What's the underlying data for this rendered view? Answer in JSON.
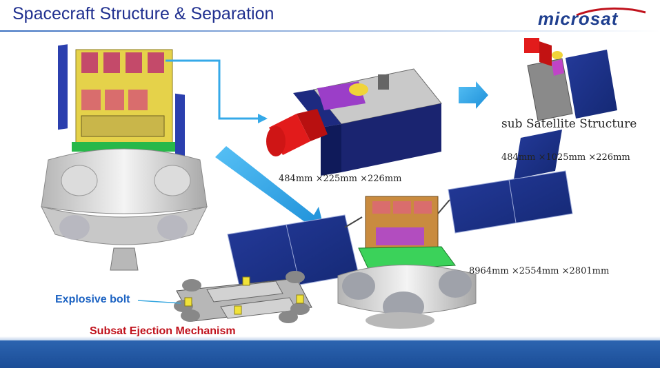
{
  "slide": {
    "title": "Spacecraft Structure & Separation",
    "logo_text": "microsat"
  },
  "labels": {
    "module_dims": "484mm ×225mm ×226mm",
    "subsat_structure": "sub Satellite Structure",
    "subsat_dims": "484mm ×1025mm ×226mm",
    "deployed_dims": "8964mm ×2554mm ×2801mm",
    "explosive_bolt": "Explosive bolt",
    "ejection_mechanism": "Subsat Ejection Mechanism"
  },
  "colors": {
    "title": "#1f2f8f",
    "arrow": "#35a9e8",
    "solar_panel": "#1d2f86",
    "bolt_label": "#1b62c2",
    "eject_label": "#c0121c",
    "footer": "#2c64b0"
  }
}
